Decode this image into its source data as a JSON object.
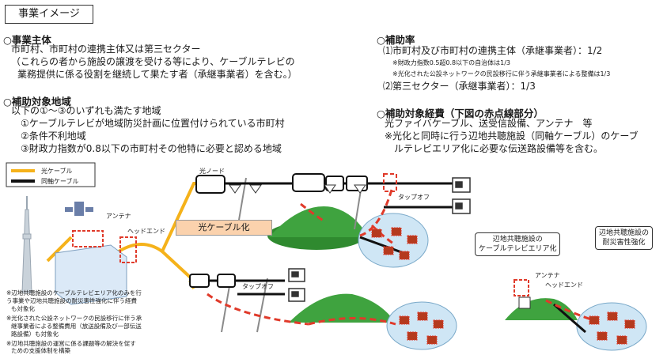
{
  "title": "事業イメージ",
  "jigyo_shutai": {
    "heading": "○事業主体",
    "lines": [
      "市町村、市町村の連携主体又は第三セクター",
      "（これらの者から施設の譲渡を受ける等により、ケーブルテレビの",
      "業務提供に係る役割を継続して果たす者（承継事業者）を含む。）"
    ]
  },
  "hojo_chiiki": {
    "heading": "○補助対象地域",
    "lines": [
      "以下の①～③のいずれも満たす地域",
      "①ケーブルテレビが地域防災計画に位置付けられている市町村",
      "②条件不利地域",
      "③財政力指数が0.8以下の市町村その他特に必要と認める地域"
    ]
  },
  "hojoritsu": {
    "heading": "○補助率",
    "line1": "⑴市町村及び市町村の連携主体（承継事業者）：1/2",
    "note1": "※財政力指数0.5超0.8以下の自治体は1/3",
    "note2": "※光化された公設ネットワークの民設移行に伴う承継事業者による整備は1/3",
    "line2": "⑵第三セクター（承継事業者）：1/3"
  },
  "hojo_keihi": {
    "heading": "○補助対象経費（下図の赤点線部分）",
    "lines": [
      "光ファイバケーブル、送受信設備、アンテナ　等",
      "※光化と同時に行う辺地共聴施設（同軸ケーブル）のケーブ",
      "ルテレビエリア化に必要な伝送路設備等を含む。"
    ]
  },
  "legend": {
    "fiber": "光ケーブル",
    "coax": "同軸ケーブル"
  },
  "diagram": {
    "optical_node": "光ノード",
    "tap_off_1": "タップオフ",
    "tap_off_2": "タップオフ",
    "antenna": "アンテナ",
    "head_end": "ヘッドエンド",
    "band": "光ケーブル化",
    "antenna_right": "アンテナ",
    "head_end_right": "ヘッドエンド"
  },
  "callouts": {
    "center": [
      "辺地共聴施設の",
      "ケーブルテレビエリア化"
    ],
    "right": [
      "辺地共聴施設の",
      "耐災害性強化"
    ]
  },
  "notes": [
    "※辺地共聴施設のケーブルテレビエリア化のみを行",
    "う事業や辺地共聴施設の耐災害性強化に伴う経費",
    "も対象化",
    "※光化された公設ネットワークの民設移行に伴う承",
    "継事業者による整備費用（放送設備及び一部伝送",
    "路設備）も対象化",
    "※辺地共聴施設の運営に係る課題等の解決を促す",
    "ための支援体制を構築"
  ],
  "colors": {
    "fiber": "#f5b21a",
    "coax": "#111111",
    "target": "#e03a2a",
    "hill": "#3a9a3a",
    "area": "#cfe6f5"
  }
}
